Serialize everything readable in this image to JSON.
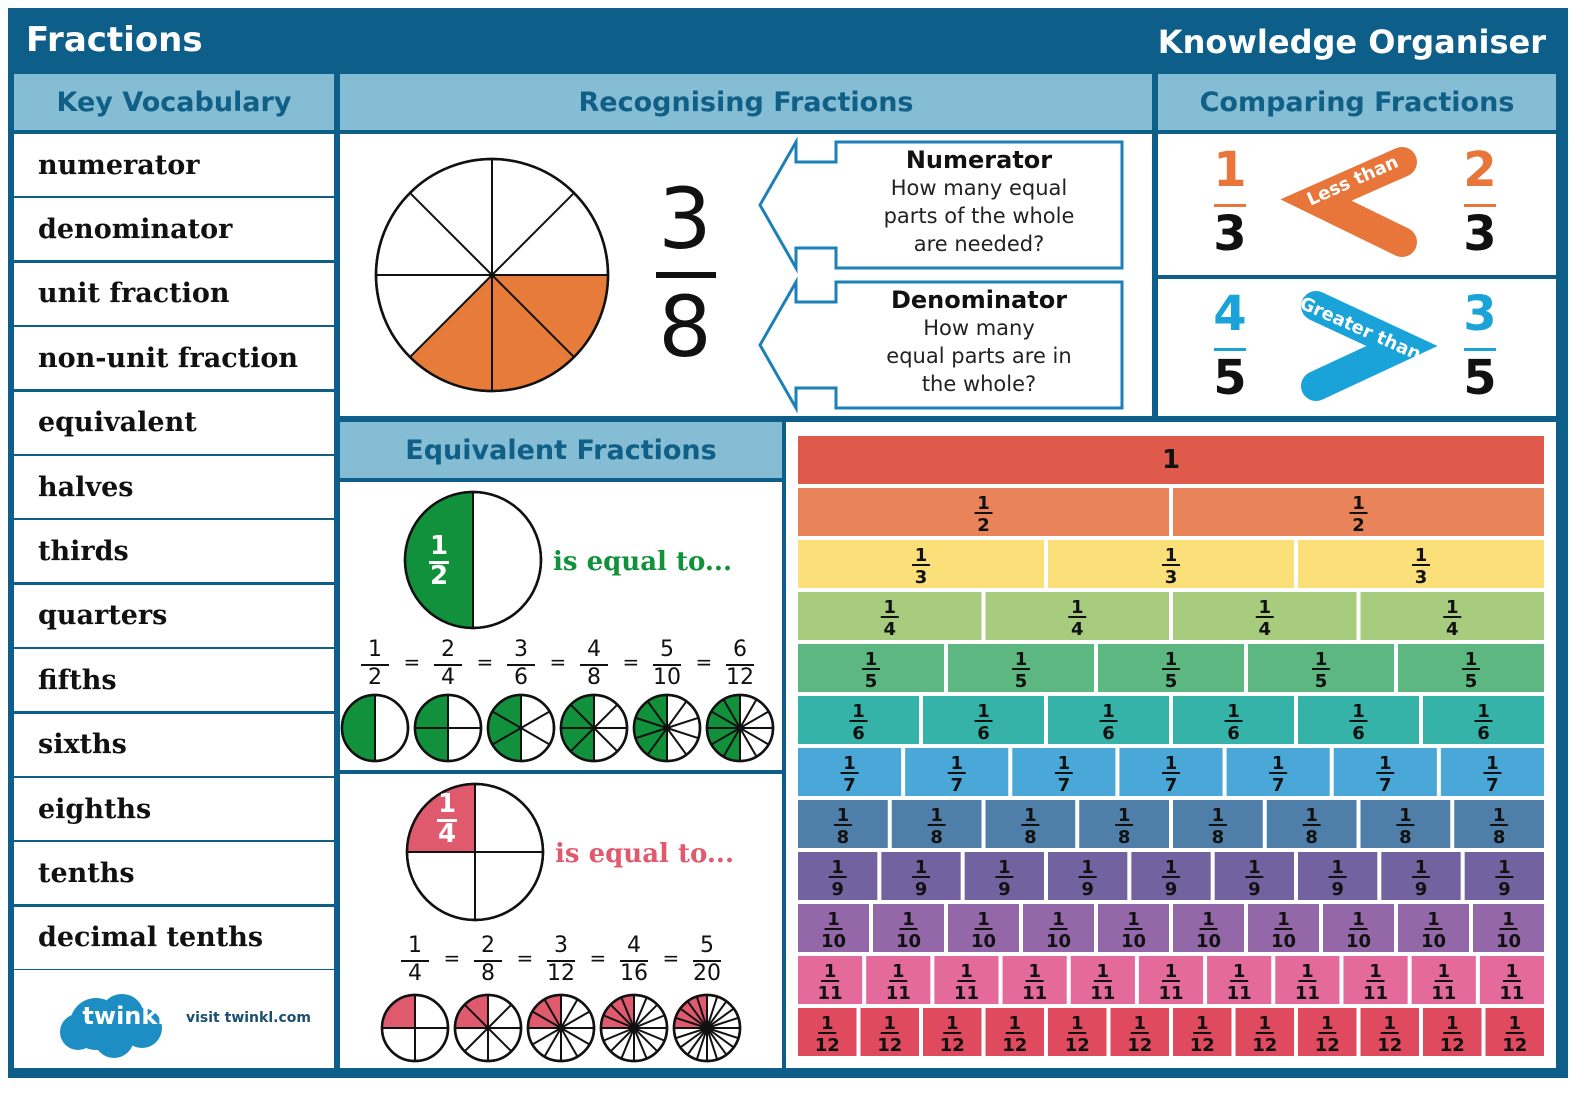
{
  "header": {
    "title": "Fractions",
    "subtitle": "Knowledge Organiser"
  },
  "vocabulary": {
    "heading": "Key Vocabulary",
    "terms": [
      "numerator",
      "denominator",
      "unit fraction",
      "non-unit fraction",
      "equivalent",
      "halves",
      "thirds",
      "quarters",
      "fifths",
      "sixths",
      "eighths",
      "tenths",
      "decimal tenths"
    ]
  },
  "logo": {
    "brand": "twinkl",
    "tagline": "visit twinkl.com"
  },
  "recognising": {
    "heading": "Recognising Fractions",
    "fraction": {
      "numerator": "3",
      "denominator": "8"
    },
    "numerator_box": {
      "title": "Numerator",
      "lines": [
        "How many equal",
        "parts of the whole",
        "are needed?"
      ]
    },
    "denominator_box": {
      "title": "Denominator",
      "lines": [
        "How many",
        "equal parts are in",
        "the whole?"
      ]
    },
    "circle": {
      "parts": 8,
      "shaded": 3,
      "shade_color": "#e77b3a"
    }
  },
  "comparing": {
    "heading": "Comparing Fractions",
    "rows": [
      {
        "left": {
          "n": "1",
          "d": "3"
        },
        "symbol_label": "Less than",
        "right": {
          "n": "2",
          "d": "3"
        },
        "color": "#e8763a"
      },
      {
        "left": {
          "n": "4",
          "d": "5"
        },
        "symbol_label": "Greater than",
        "right": {
          "n": "3",
          "d": "5"
        },
        "color": "#1aa3d9"
      }
    ]
  },
  "equivalent": {
    "heading": "Equivalent Fractions",
    "groups": [
      {
        "unit": {
          "n": "1",
          "d": "2"
        },
        "caption": "is equal to...",
        "color": "#12913c",
        "chain": [
          {
            "n": "1",
            "d": "2"
          },
          {
            "n": "2",
            "d": "4"
          },
          {
            "n": "3",
            "d": "6"
          },
          {
            "n": "4",
            "d": "8"
          },
          {
            "n": "5",
            "d": "10"
          },
          {
            "n": "6",
            "d": "12"
          }
        ]
      },
      {
        "unit": {
          "n": "1",
          "d": "4"
        },
        "caption": "is equal to...",
        "color": "#e05a6e",
        "chain": [
          {
            "n": "1",
            "d": "4"
          },
          {
            "n": "2",
            "d": "8"
          },
          {
            "n": "3",
            "d": "12"
          },
          {
            "n": "4",
            "d": "16"
          },
          {
            "n": "5",
            "d": "20"
          }
        ]
      }
    ],
    "equals_sign": "="
  },
  "fraction_wall": {
    "whole_label": "1",
    "rows": [
      {
        "denominator": 1,
        "color": "#e05a4b"
      },
      {
        "denominator": 2,
        "color": "#e8835a"
      },
      {
        "denominator": 3,
        "color": "#fbe07a"
      },
      {
        "denominator": 4,
        "color": "#a7cc7e"
      },
      {
        "denominator": 5,
        "color": "#5cb780"
      },
      {
        "denominator": 6,
        "color": "#35b3a8"
      },
      {
        "denominator": 7,
        "color": "#4aa8d8"
      },
      {
        "denominator": 8,
        "color": "#4f7fa8"
      },
      {
        "denominator": 9,
        "color": "#7262a0"
      },
      {
        "denominator": 10,
        "color": "#9468a8"
      },
      {
        "denominator": 11,
        "color": "#e46a9c"
      },
      {
        "denominator": 12,
        "color": "#df4a5e"
      }
    ]
  }
}
